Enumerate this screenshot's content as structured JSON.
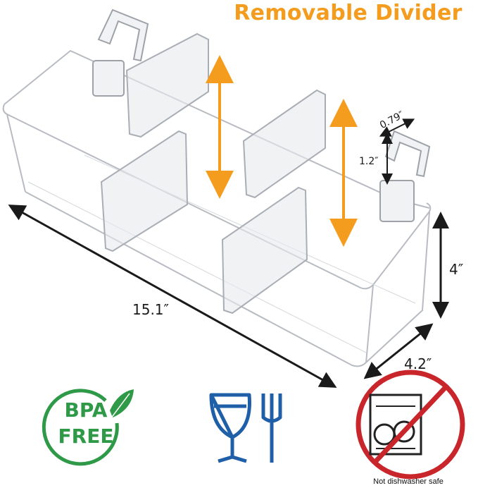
{
  "title": "Removable Divider",
  "dimensions": {
    "length": "15.1″",
    "depth": "4.2″",
    "height": "4″",
    "hook_width": "0.79″",
    "hook_height": "1.2″"
  },
  "badges": {
    "bpa_line1": "BPA",
    "bpa_line2": "FREE",
    "not_dishwasher_caption": "Not dishwasher safe"
  },
  "colors": {
    "accent_orange": "#f39c1d",
    "bpa_green": "#2e9a47",
    "food_safe_blue": "#1f5fa8",
    "prohibited_red": "#c9262c"
  },
  "icons": [
    "bpa-free-leaf-icon",
    "food-safe-glass-fork-icon",
    "not-dishwasher-safe-icon"
  ]
}
